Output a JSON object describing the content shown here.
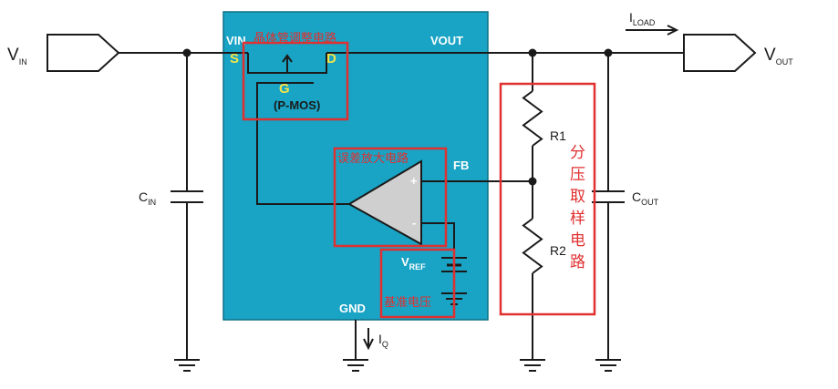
{
  "colors": {
    "chip": "#19a3c4",
    "chip_border": "#0f6f86",
    "wire": "#1a1a1a",
    "highlight": "#e03030",
    "pin_label": "#f5e44a",
    "opamp_fill": "#cfcfcf"
  },
  "labels": {
    "vin_main": "V",
    "vin_sub": "IN",
    "vout_main": "V",
    "vout_sub": "OUT",
    "iload_main": "I",
    "iload_sub": "LOAD",
    "cin_main": "C",
    "cin_sub": "IN",
    "cout_main": "C",
    "cout_sub": "OUT",
    "r1": "R1",
    "r2": "R2",
    "iq_main": "I",
    "iq_sub": "Q",
    "chip_vin": "VIN",
    "chip_vout": "VOUT",
    "chip_fb": "FB",
    "chip_gnd": "GND",
    "vref_main": "V",
    "vref_sub": "REF",
    "pin_s": "S",
    "pin_d": "D",
    "pin_g": "G",
    "pmos": "(P-MOS)",
    "plus": "+",
    "minus": "-"
  },
  "annotations": {
    "transistor": "晶体管调整电路",
    "error_amp": "误差放大电路",
    "reference": "基准电压",
    "divider": [
      "分",
      "压",
      "取",
      "样",
      "电",
      "路"
    ]
  }
}
